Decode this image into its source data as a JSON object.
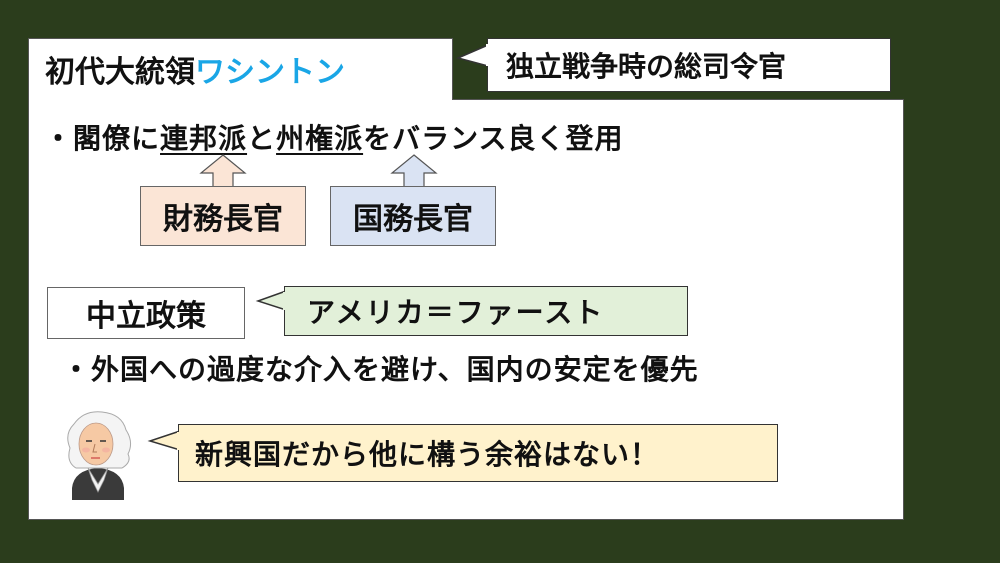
{
  "title": {
    "prefix": "初代大統領",
    "name": "ワシントン"
  },
  "title_bubble": "独立戦争時の総司令官",
  "bullet1": {
    "bullet": "・",
    "part1": "閣僚に",
    "faction1": "連邦派",
    "part2": "と",
    "faction2": "州権派",
    "part3": "をバランス良く登用"
  },
  "roles": [
    {
      "label": "財務長官",
      "color": "#fbe5d6"
    },
    {
      "label": "国務長官",
      "color": "#dae3f3"
    }
  ],
  "policy": {
    "label": "中立政策",
    "bubble": "アメリカ＝ファースト"
  },
  "bullet2": "・外国への過度な介入を避け、国内の安定を優先",
  "quote": "新興国だから他に構う余裕はない！",
  "colors": {
    "background": "#2b3d1c",
    "accent": "#1aa6e6"
  }
}
